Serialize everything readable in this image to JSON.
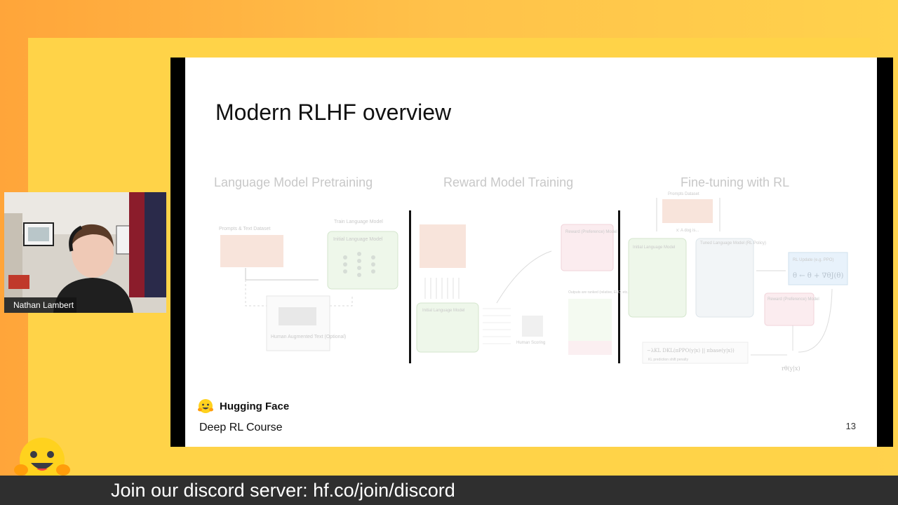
{
  "slide": {
    "title": "Modern RLHF overview",
    "sections": [
      "Language Model Pretraining",
      "Reward Model Training",
      "Fine-tuning with RL"
    ],
    "diagram_labels": {
      "prompts_text_dataset": "Prompts & Text Dataset",
      "train_language_model": "Train Language Model",
      "initial_language_model": "Initial Language Model",
      "human_augmented_text": "Human Augmented Text (Optional)",
      "prompts_dataset": "Prompts Dataset",
      "reward_preference_model": "Reward (Preference) Model",
      "tuned_language_model": "Tuned Language Model (RL Policy)",
      "human_scoring": "Human Scoring",
      "outputs_are_ranked": "Outputs are ranked (relative, ELO, etc.)",
      "rl_update": "RL Update (e.g. PPO)",
      "rl_formula": "θ ← θ + ∇θJ(θ)",
      "kl_term": "−λKL DKL(πPPO(y|x) || πbase(y|x))",
      "kl_note": "KL prediction shift penalty",
      "reward_term": "rθ(y|x)",
      "sample_text": "x: A dog is..."
    },
    "branding": {
      "org": "Hugging Face",
      "course": "Deep RL Course"
    },
    "page_number": "13"
  },
  "webcam": {
    "speaker_name": "Nathan Lambert"
  },
  "banner": {
    "text": "Join our discord server: hf.co/join/discord"
  },
  "colors": {
    "accent_orange": "#ffa53a",
    "accent_yellow": "#ffd348",
    "banner_bg": "#2f2f2f"
  }
}
